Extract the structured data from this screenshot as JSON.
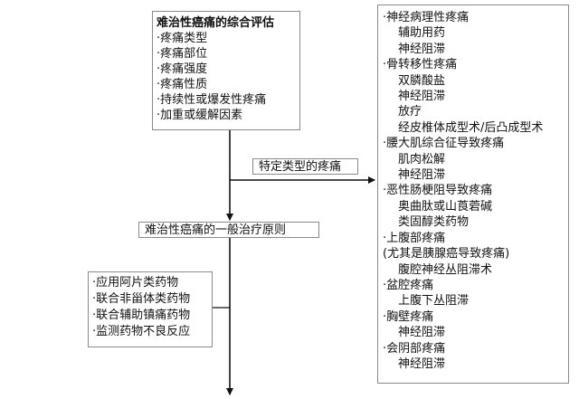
{
  "assessment": {
    "title": "难治性癌痛的综合评估",
    "items": [
      "·疼痛类型",
      "·疼痛部位",
      "·疼痛强度",
      "·疼痛性质",
      "·持续性或爆发性疼痛",
      "·加重或缓解因素"
    ]
  },
  "special_label": "特定类型的疼痛",
  "principle_label": "难治性癌痛的一般治疗原则",
  "drug_principles": [
    "·应用阿片类药物",
    "·联合非甾体类药物",
    "·联合辅助镇痛药物",
    "·监测药物不良反应"
  ],
  "pain_types": {
    "lines": [
      {
        "text": "·神经病理性疼痛",
        "sub": false
      },
      {
        "text": "辅助用药",
        "sub": true
      },
      {
        "text": "神经阻滞",
        "sub": true
      },
      {
        "text": "·骨转移性疼痛",
        "sub": false
      },
      {
        "text": "双膦酸盐",
        "sub": true
      },
      {
        "text": "神经阻滞",
        "sub": true
      },
      {
        "text": "放疗",
        "sub": true
      },
      {
        "text": "经皮椎体成型术/后凸成型术",
        "sub": true
      },
      {
        "text": "·腰大肌综合征导致疼痛",
        "sub": false
      },
      {
        "text": "肌肉松解",
        "sub": true
      },
      {
        "text": "神经阻滞",
        "sub": true
      },
      {
        "text": "·恶性肠梗阻导致疼痛",
        "sub": false
      },
      {
        "text": "奥曲肽或山莨菪碱",
        "sub": true
      },
      {
        "text": "类固醇类药物",
        "sub": true
      },
      {
        "text": "·上腹部疼痛",
        "sub": false
      },
      {
        "text": "(尤其是胰腺癌导致疼痛)",
        "sub": false
      },
      {
        "text": "腹腔神经丛阻滞术",
        "sub": true
      },
      {
        "text": "·盆腔疼痛",
        "sub": false
      },
      {
        "text": "上腹下丛阻滞",
        "sub": true
      },
      {
        "text": "·胸壁疼痛",
        "sub": false
      },
      {
        "text": "神经阻滞",
        "sub": true
      },
      {
        "text": "·会阴部疼痛",
        "sub": false
      },
      {
        "text": "神经阻滞",
        "sub": true
      }
    ]
  },
  "colors": {
    "line": "#111111",
    "border": "#8a8a8a"
  }
}
